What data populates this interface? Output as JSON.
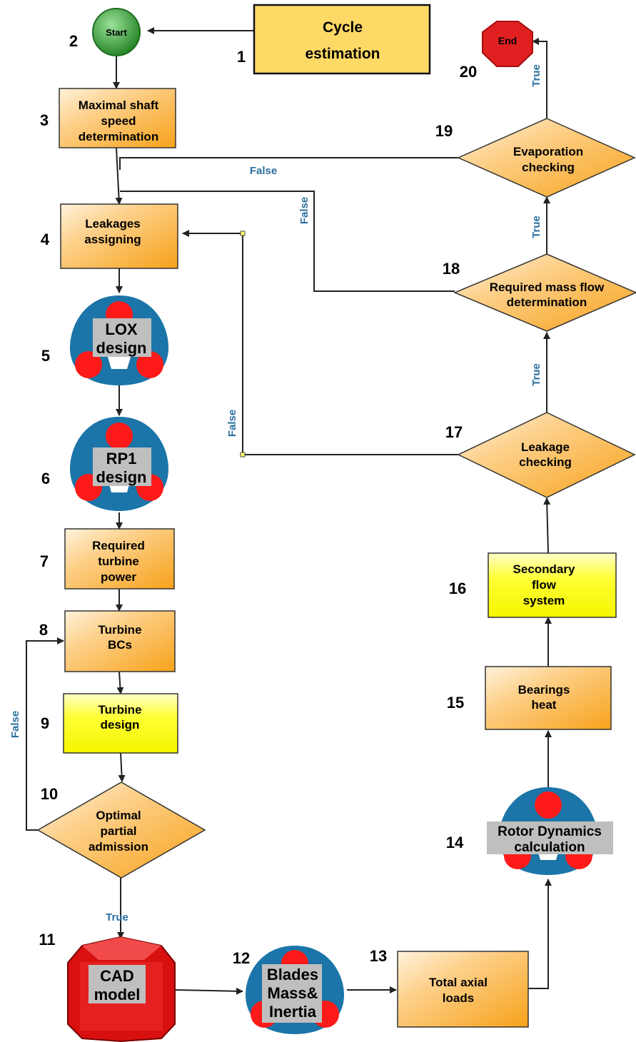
{
  "colors": {
    "orange": "#f7a21a",
    "orange_light": "#fdd79a",
    "yellow": "#ffff00",
    "cycle_yellow": "#ffd966",
    "blob_blue": "#1b75a8",
    "blob_red": "#ff1a1a",
    "label_grey": "#bfbfbf",
    "edge_text": "#2a6f9e",
    "start_green": "#2e9b2e",
    "end_red": "#e02020",
    "cad_red": "#e31515"
  },
  "nodes": {
    "n1": {
      "number": "1",
      "lines": [
        "Cycle",
        "estimation"
      ]
    },
    "n2": {
      "number": "2",
      "lines": [
        "Start"
      ]
    },
    "n3": {
      "number": "3",
      "lines": [
        "Maximal shaft",
        "speed",
        "determination"
      ]
    },
    "n4": {
      "number": "4",
      "lines": [
        "Leakages",
        "assigning"
      ]
    },
    "n5": {
      "number": "5",
      "lines": [
        "LOX",
        "design"
      ]
    },
    "n6": {
      "number": "6",
      "lines": [
        "RP1",
        "design"
      ]
    },
    "n7": {
      "number": "7",
      "lines": [
        "Required",
        "turbine",
        "power"
      ]
    },
    "n8": {
      "number": "8",
      "lines": [
        "Turbine",
        "BCs"
      ]
    },
    "n9": {
      "number": "9",
      "lines": [
        "Turbine",
        "design"
      ]
    },
    "n10": {
      "number": "10",
      "lines": [
        "Optimal",
        "partial",
        "admission"
      ]
    },
    "n11": {
      "number": "11",
      "lines": [
        "CAD",
        "model"
      ]
    },
    "n12": {
      "number": "12",
      "lines": [
        "Blades",
        "Mass&",
        "Inertia"
      ]
    },
    "n13": {
      "number": "13",
      "lines": [
        "Total axial",
        "loads"
      ]
    },
    "n14": {
      "number": "14",
      "lines": [
        "Rotor Dynamics",
        "calculation"
      ]
    },
    "n15": {
      "number": "15",
      "lines": [
        "Bearings",
        "heat"
      ]
    },
    "n16": {
      "number": "16",
      "lines": [
        "Secondary",
        "flow",
        "system"
      ]
    },
    "n17": {
      "number": "17",
      "lines": [
        "Leakage",
        "checking"
      ]
    },
    "n18": {
      "number": "18",
      "lines": [
        "Required mass flow",
        "determination"
      ]
    },
    "n19": {
      "number": "19",
      "lines": [
        "Evaporation",
        "checking"
      ]
    },
    "n20": {
      "number": "20",
      "lines": [
        "End"
      ]
    }
  },
  "edge_labels": {
    "e19_false": "False",
    "e18_false": "False",
    "e17_false": "False",
    "e10_false": "False",
    "e10_true": "True",
    "e17_true": "True",
    "e18_true": "True",
    "e19_true": "True"
  }
}
